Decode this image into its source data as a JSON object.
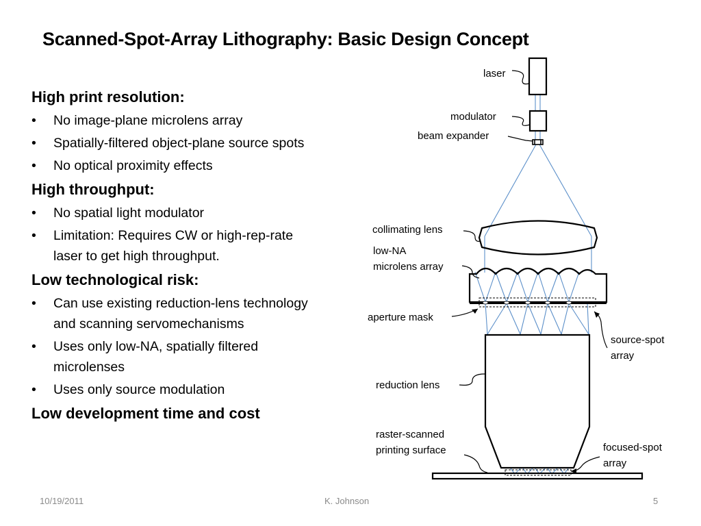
{
  "slide": {
    "title": "Scanned-Spot-Array Lithography:  Basic Design Concept"
  },
  "content": {
    "sections": [
      {
        "heading": "High print resolution:",
        "bullets": [
          "No image-plane microlens array",
          "Spatially-filtered object-plane source spots",
          "No optical proximity effects"
        ]
      },
      {
        "heading": "High throughput:",
        "bullets": [
          "No spatial light modulator",
          [
            "Limitation:  Requires CW or high-rep-rate",
            "laser to get high throughput."
          ]
        ]
      },
      {
        "heading": "Low technological risk:",
        "bullets": [
          [
            "Can use existing reduction-lens technology",
            "and scanning servomechanisms"
          ],
          [
            "Uses only low-NA, spatially filtered",
            "microlenses"
          ],
          "Uses only source modulation"
        ]
      },
      {
        "heading": "Low development time and cost",
        "bullets": []
      }
    ]
  },
  "diagram": {
    "labels": {
      "laser": "laser",
      "modulator": "modulator",
      "beam_expander": "beam expander",
      "collimating_lens": "collimating lens",
      "microlens_1": "low-NA",
      "microlens_2": "microlens array",
      "aperture_mask": "aperture mask",
      "source_spot_1": "source-spot",
      "source_spot_2": "array",
      "reduction_lens": "reduction lens",
      "printing_1": "raster-scanned",
      "printing_2": "printing surface",
      "focused_spot_1": "focused-spot",
      "focused_spot_2": "array"
    },
    "colors": {
      "ray": "#5b8fc9",
      "outline": "#000000"
    }
  },
  "footer": {
    "date": "10/19/2011",
    "author": "K. Johnson",
    "page": "5"
  }
}
